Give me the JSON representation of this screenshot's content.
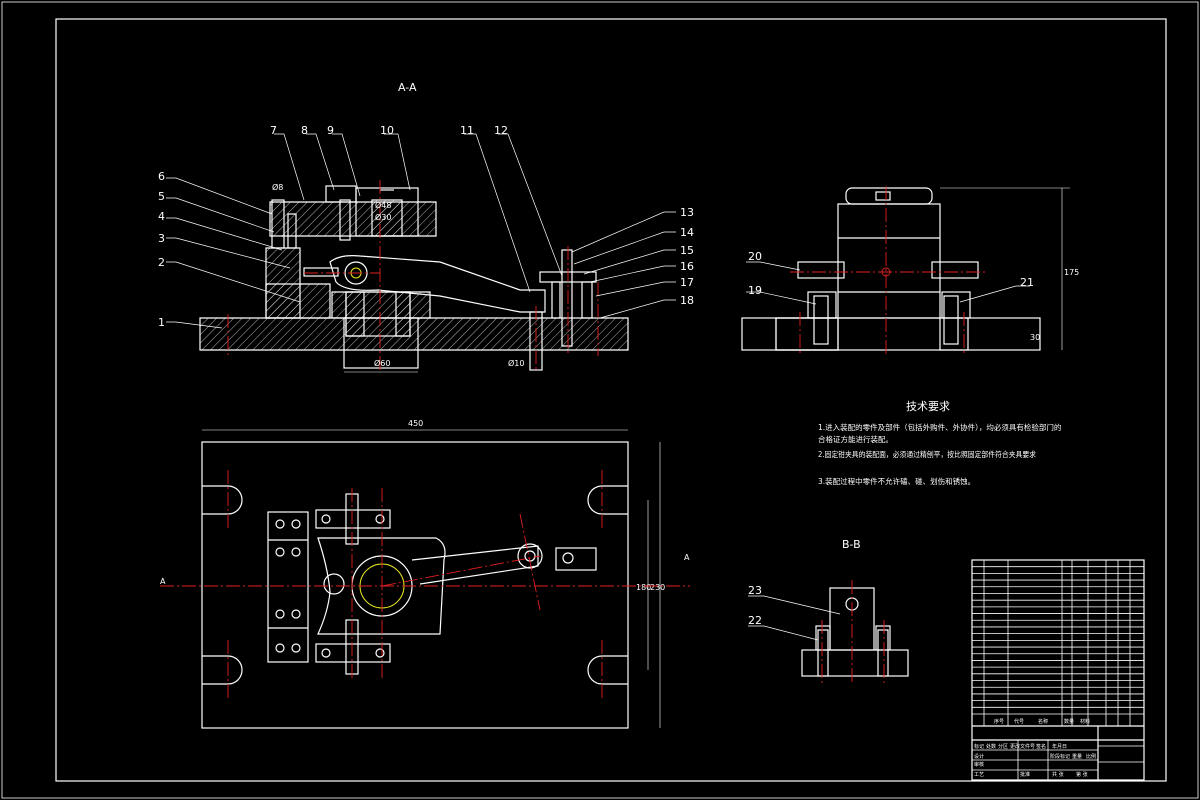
{
  "views": {
    "section_aa": "A-A",
    "section_bb": "B-B",
    "cut_mark_left": "A",
    "cut_mark_right": "A"
  },
  "part_numbers": [
    "1",
    "2",
    "3",
    "4",
    "5",
    "6",
    "7",
    "8",
    "9",
    "10",
    "11",
    "12",
    "13",
    "14",
    "15",
    "16",
    "17",
    "18",
    "19",
    "20",
    "21",
    "22",
    "23"
  ],
  "technical_requirements": {
    "heading": "技术要求",
    "items": [
      "1.进入装配的零件及部件（包括外购件、外协件），均必须具有检验部门的",
      "合格证方能进行装配。",
      "2.固定钳夹具的装配面，必须通过精刨平，按比照固定部件符合夹具要求",
      "3.装配过程中零件不允许磕、碰、划伤和锈蚀。"
    ]
  },
  "dimensions": {
    "plan_width": "450",
    "plan_height_1": "180",
    "plan_height_2": "230",
    "side_height": "175",
    "side_base": "30",
    "fit_1": "Ø48",
    "fit_2": "Ø30",
    "fit_3": "Ø8",
    "fit_4": "Ø60",
    "fit_5": "Ø10"
  },
  "title_block": {
    "col_headers": [
      "序号",
      "代号",
      "名称",
      "数量",
      "材料"
    ],
    "sign_labels": [
      "标记",
      "处数",
      "分区",
      "更改文件号",
      "签名",
      "年月日"
    ],
    "stage_labels": [
      "阶段标记",
      "重量",
      "比例"
    ],
    "row_labels": [
      "设计",
      "审核",
      "工艺",
      "批准"
    ],
    "footer": [
      "共 张",
      "第 张"
    ]
  }
}
